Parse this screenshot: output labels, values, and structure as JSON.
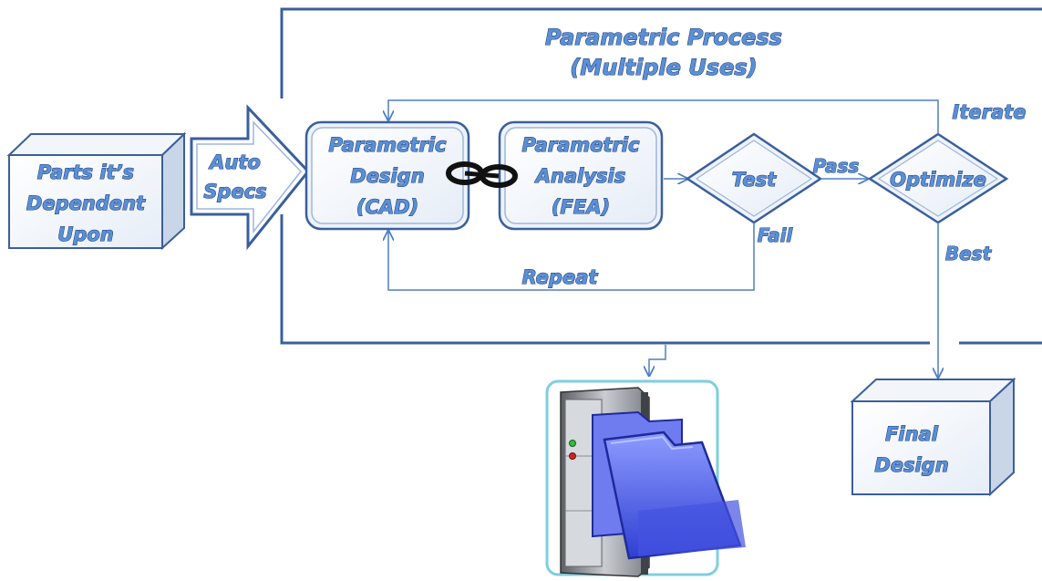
{
  "process": {
    "title_line1": "Parametric Process",
    "title_line2": "(Multiple Uses)"
  },
  "nodes": {
    "dependent_parts": [
      "Parts it’s",
      "Dependent",
      "Upon"
    ],
    "auto_specs": [
      "Auto",
      "Specs"
    ],
    "parametric_design": [
      "Parametric",
      "Design",
      "(CAD)"
    ],
    "parametric_analysis": [
      "Parametric",
      "Analysis",
      "(FEA)"
    ],
    "test": "Test",
    "optimize": "Optimize",
    "final_design": [
      "Final",
      "Design"
    ]
  },
  "edges": {
    "pass": "Pass",
    "fail": "Fail",
    "repeat": "Repeat",
    "iterate": "Iterate",
    "best": "Best"
  },
  "icons": {
    "link": "chain-link-icon",
    "storage": "server-folder-icon"
  },
  "colors": {
    "label_fill": "#5b8fd6",
    "label_stroke": "#1d3f7a",
    "line": "#4f7fc2",
    "frame": "#3a5f9c",
    "folder": "#4a5ee8"
  }
}
